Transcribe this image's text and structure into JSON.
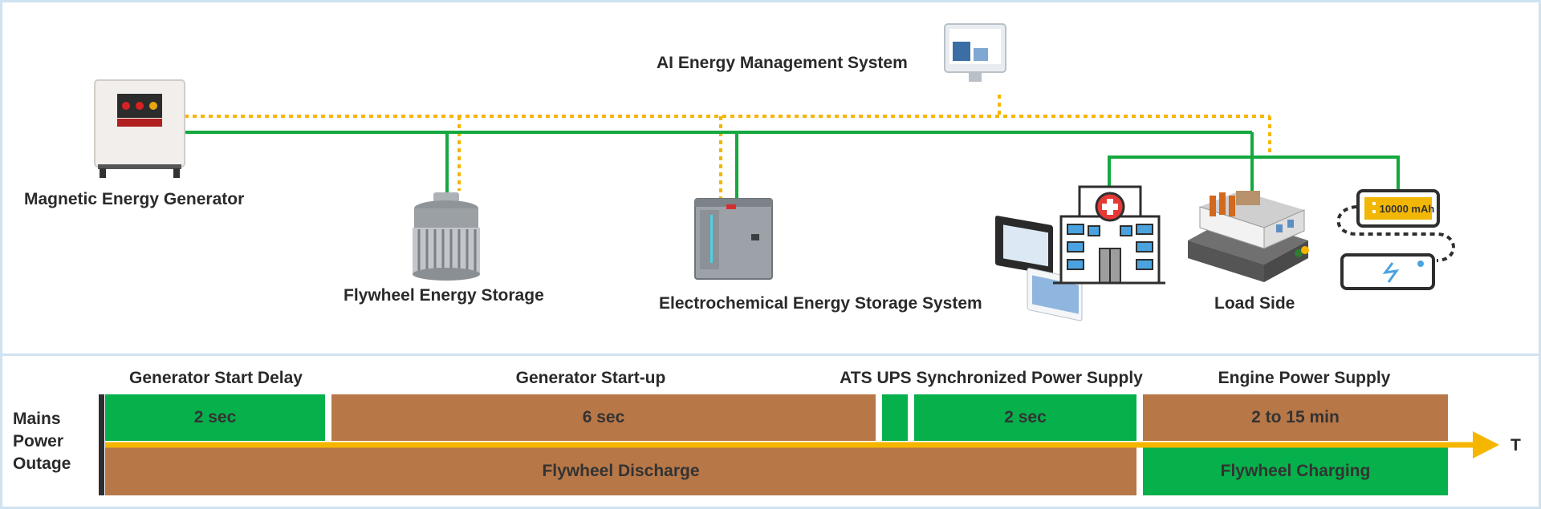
{
  "system": {
    "ai_label": "AI Energy Management System",
    "generator_label": "Magnetic Energy Generator",
    "flywheel_label": "Flywheel Energy Storage",
    "ess_label": "Electrochemical Energy Storage System",
    "load_label": "Load Side",
    "power_bank_capacity": "10000 mAh"
  },
  "timeline": {
    "outage_label": "Mains Power Outage",
    "axis_label": "T",
    "phase_labels": {
      "start_delay": "Generator Start Delay",
      "startup": "Generator Start-up",
      "ats": "ATS UPS Synchronized Power Supply",
      "engine": "Engine Power Supply"
    },
    "segments": {
      "start_delay": "2 sec",
      "startup": "6 sec",
      "ats": "2 sec",
      "engine": "2 to 15 min"
    },
    "flywheel": {
      "discharge": "Flywheel Discharge",
      "charging": "Flywheel Charging"
    }
  },
  "colors": {
    "power_line": "#14a83f",
    "signal_line": "#f6b600",
    "segment_green": "#06b04b",
    "segment_brown": "#b87747",
    "border": "#cfe3f2"
  }
}
